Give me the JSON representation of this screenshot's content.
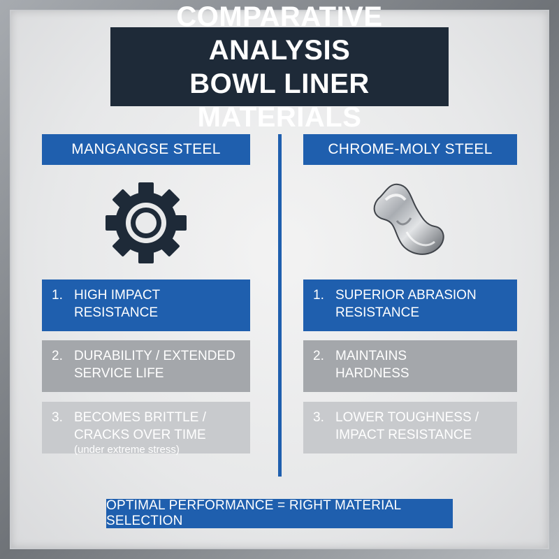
{
  "title": {
    "line1": "COMPARATIVE ANALYSIS",
    "line2": "BOWL LINER MATERIALS"
  },
  "left": {
    "header": "MANGANGSE STEEL",
    "icon": "gear-icon",
    "items": [
      {
        "num": "1.",
        "line1": "HIGH IMPACT",
        "line2": "RESISTANCE",
        "note": ""
      },
      {
        "num": "2.",
        "line1": "DURABILITY / EXTENDED",
        "line2": "SERVICE LIFE",
        "note": ""
      },
      {
        "num": "3.",
        "line1": "BECOMES BRITTLE /",
        "line2": "CRACKS OVER TIME",
        "note": "(under extreme stress)"
      }
    ]
  },
  "right": {
    "header": "CHROME-MOLY STEEL",
    "icon": "metal-piece-icon",
    "items": [
      {
        "num": "1.",
        "line1": "SUPERIOR ABRASION",
        "line2": "RESISTANCE"
      },
      {
        "num": "2.",
        "line1": "MAINTAINS",
        "line2": "HARDNESS"
      },
      {
        "num": "3.",
        "line1": "LOWER TOUGHNESS /",
        "line2": "IMPACT RESISTANCE"
      }
    ]
  },
  "footer": "OPTIMAL PERFORMANCE = RIGHT MATERIAL SELECTION",
  "colors": {
    "navy": "#1e2a38",
    "accent_blue": "#1f5fae",
    "gray_mid": "#a4a7ab",
    "gray_light": "#c8cacd"
  }
}
